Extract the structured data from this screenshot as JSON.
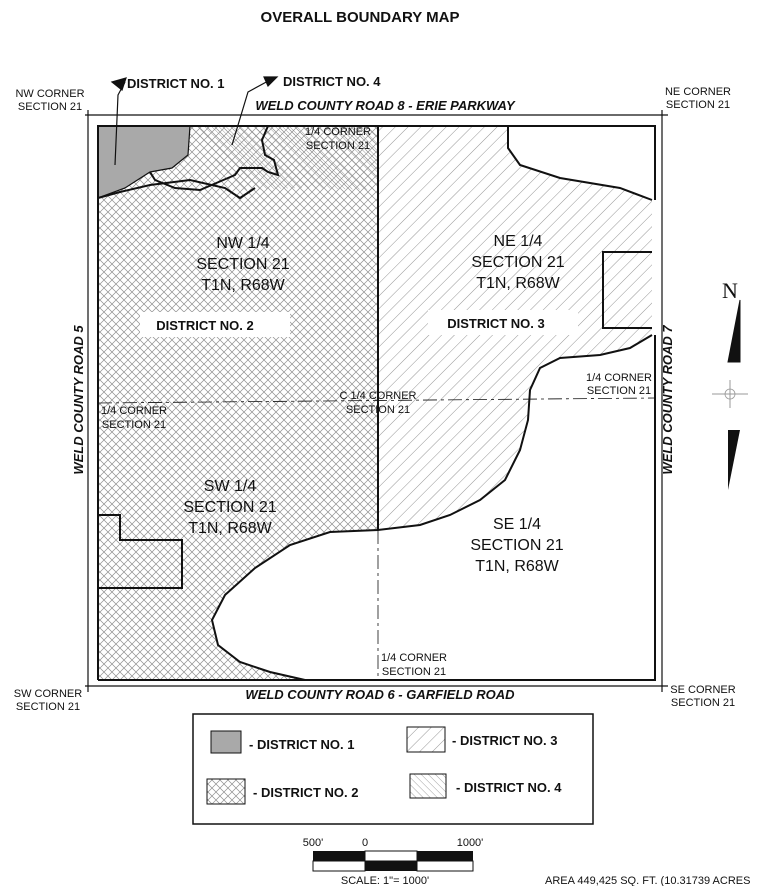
{
  "title": "OVERALL BOUNDARY MAP",
  "corners": {
    "nw": [
      "NW CORNER",
      "SECTION 21"
    ],
    "ne": [
      "NE CORNER",
      "SECTION 21"
    ],
    "sw": [
      "SW CORNER",
      "SECTION 21"
    ],
    "se": [
      "SE CORNER",
      "SECTION 21"
    ],
    "north_quarter": [
      "1/4 CORNER",
      "SECTION 21"
    ],
    "west_quarter": [
      "1/4 CORNER",
      "SECTION 21"
    ],
    "east_quarter": [
      "1/4 CORNER",
      "SECTION 21"
    ],
    "south_quarter": [
      "1/4 CORNER",
      "SECTION 21"
    ],
    "center_quarter": [
      "C 1/4 CORNER",
      "SECTION 21"
    ]
  },
  "roads": {
    "north": "WELD COUNTY ROAD 8 - ERIE PARKWAY",
    "south": "WELD COUNTY ROAD 6 - GARFIELD ROAD",
    "west": "WELD COUNTY ROAD 5",
    "east": "WELD COUNTY ROAD 7"
  },
  "quarters": {
    "nw": [
      "NW 1/4",
      "SECTION 21",
      "T1N, R68W"
    ],
    "ne": [
      "NE 1/4",
      "SECTION 21",
      "T1N, R68W"
    ],
    "sw": [
      "SW 1/4",
      "SECTION 21",
      "T1N, R68W"
    ],
    "se": [
      "SE 1/4",
      "SECTION 21",
      "T1N, R68W"
    ]
  },
  "district_labels": {
    "d1": "DISTRICT NO. 1",
    "d2": "DISTRICT NO. 2",
    "d3": "DISTRICT NO. 3",
    "d4": "DISTRICT NO. 4"
  },
  "legend": [
    {
      "label": "- DISTRICT NO. 1",
      "pattern": "solid-gray"
    },
    {
      "label": "- DISTRICT NO. 3",
      "pattern": "diagonal-wide"
    },
    {
      "label": "- DISTRICT NO. 2",
      "pattern": "crosshatch"
    },
    {
      "label": "- DISTRICT NO. 4",
      "pattern": "diagonal-dense"
    }
  ],
  "scale": {
    "ticks": [
      "500'",
      "0",
      "1000'"
    ],
    "caption": "SCALE: 1\"= 1000'"
  },
  "area": "AREA 449,425 SQ. FT. (10.31739 ACRES",
  "north_arrow": "N",
  "colors": {
    "district1_fill": "#a9a9a9",
    "line": "#111111",
    "hatch": "#8a8a8a"
  }
}
